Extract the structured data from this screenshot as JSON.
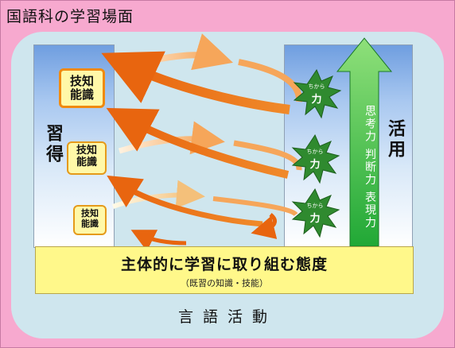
{
  "title": "国語科の学習場面",
  "left_label": "習得",
  "right_label": "活用",
  "boxes": [
    {
      "line1": "技知",
      "line2": "能識"
    },
    {
      "line1": "技知",
      "line2": "能識"
    },
    {
      "line1": "技知",
      "line2": "能識"
    }
  ],
  "bursts": [
    {
      "ruby": "ちから",
      "text": "力"
    },
    {
      "ruby": "ちから",
      "text": "力"
    },
    {
      "ruby": "ちから",
      "text": "力"
    }
  ],
  "big_arrow_text": "思考力 判断力 表現力",
  "bottom": {
    "main": "主体的に学習に取り組む態度",
    "sub": "（既習の知識・技能）"
  },
  "footer": "言語活動",
  "colors": {
    "frame": "#f7a9cf",
    "inner": "#cfe6ee",
    "arrow_dark": "#e8650f",
    "arrow_light": "#f6b676",
    "big_arrow": "#2fb33b",
    "burst": "#2f8a2f",
    "box_fill": "#fff8a8",
    "bar_fill": "#fff88a"
  }
}
